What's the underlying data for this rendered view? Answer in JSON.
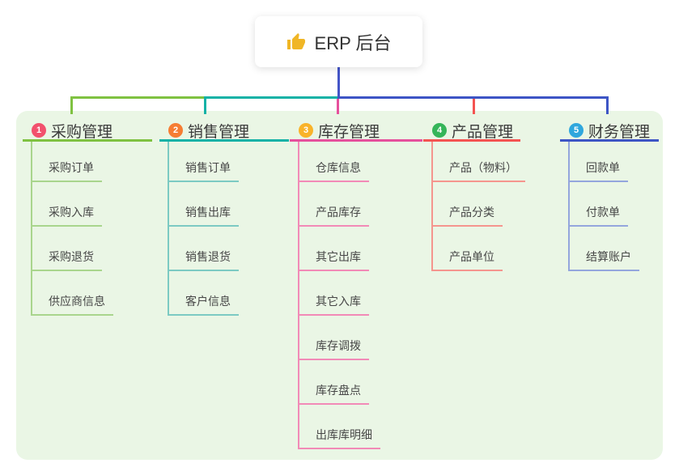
{
  "root": {
    "icon": "thumbs-up",
    "title": "ERP 后台"
  },
  "panel_color": "#eaf6e5",
  "root_line_color": "#4455c8",
  "icon_color": "#f0b626",
  "branches": [
    {
      "badge": "1",
      "badge_color": "#f2516d",
      "label": "采购管理",
      "line_color": "#7fc241",
      "light_color": "#a9d58d",
      "items": [
        "采购订单",
        "采购入库",
        "采购退货",
        "供应商信息"
      ]
    },
    {
      "badge": "2",
      "badge_color": "#f67d33",
      "label": "销售管理",
      "line_color": "#13b2a6",
      "light_color": "#7ccac3",
      "items": [
        "销售订单",
        "销售出库",
        "销售退货",
        "客户信息"
      ]
    },
    {
      "badge": "3",
      "badge_color": "#f9b32a",
      "label": "库存管理",
      "line_color": "#e6509c",
      "light_color": "#f28ab7",
      "items": [
        "仓库信息",
        "产品库存",
        "其它出库",
        "其它入库",
        "库存调拨",
        "库存盘点",
        "出库库明细"
      ]
    },
    {
      "badge": "4",
      "badge_color": "#35b559",
      "label": "产品管理",
      "line_color": "#f45351",
      "light_color": "#f5958e",
      "items": [
        "产品（物料）",
        "产品分类",
        "产品单位"
      ]
    },
    {
      "badge": "5",
      "badge_color": "#2fa7dd",
      "label": "财务管理",
      "line_color": "#3d55c5",
      "light_color": "#94a6dd",
      "items": [
        "回款单",
        "付款单",
        "结算账户"
      ]
    }
  ]
}
